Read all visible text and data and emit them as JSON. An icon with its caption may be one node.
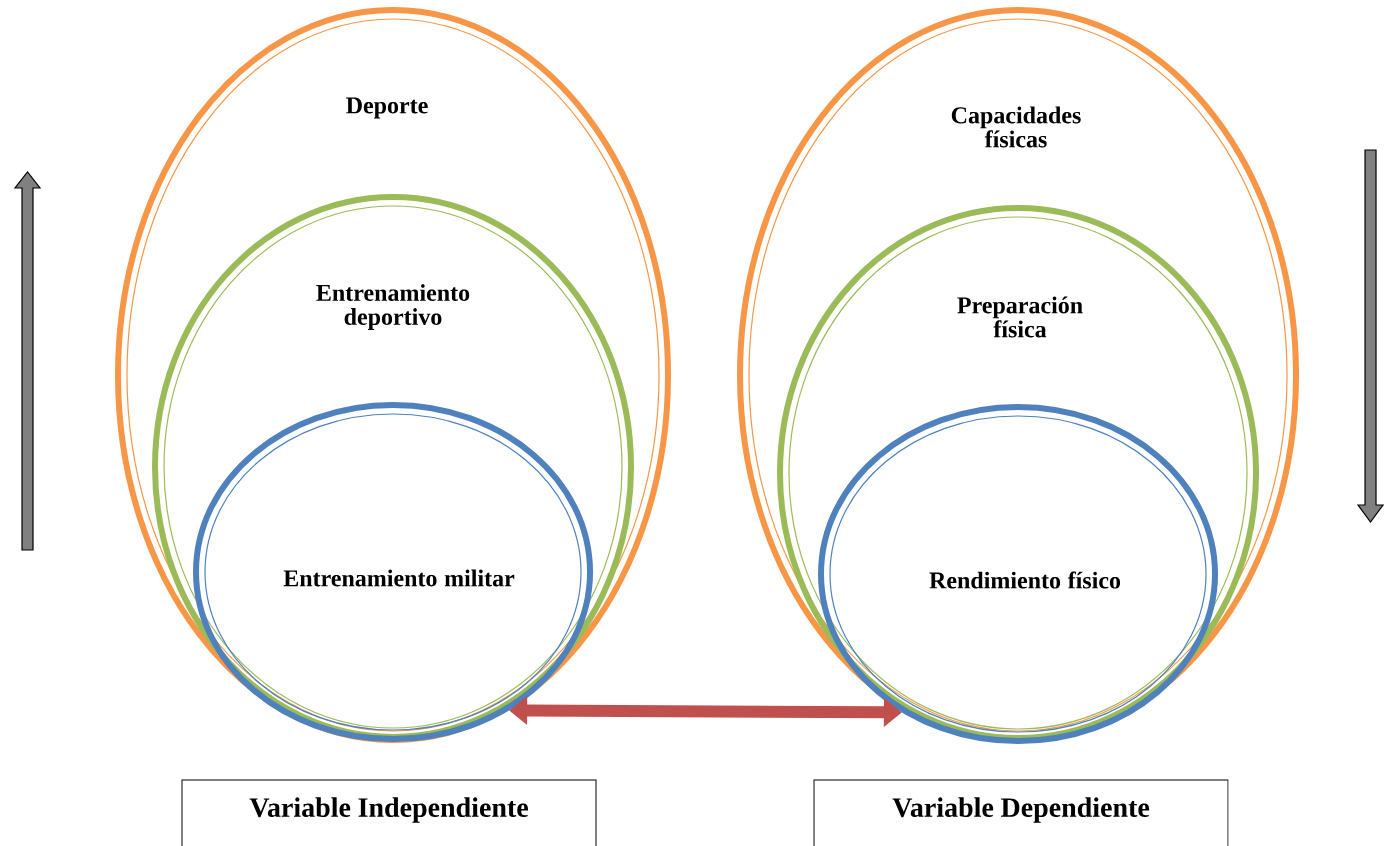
{
  "diagram": {
    "nodes": [
      {
        "text": [
          "Deporte"
        ]
      },
      {
        "text": [
          "Entrenamiento deportivo"
        ],
        "in": 0
      },
      {
        "text": [
          "Entrenamiento militar"
        ],
        "in": 1
      },
      {
        "text": [
          "Capacidades físicas"
        ]
      },
      {
        "text": [
          "Preparación física"
        ],
        "in": 3
      },
      {
        "text": [
          "Rendimiento físico"
        ],
        "in": 4
      },
      {
        "text": [
          "Variable Independiente"
        ]
      },
      {
        "text": [
          "Variable Dependiente"
        ]
      }
    ],
    "edges": [
      {
        "from": 2,
        "to": 5,
        "arrow": "both",
        "color": "#c0504d"
      }
    ]
  }
}
